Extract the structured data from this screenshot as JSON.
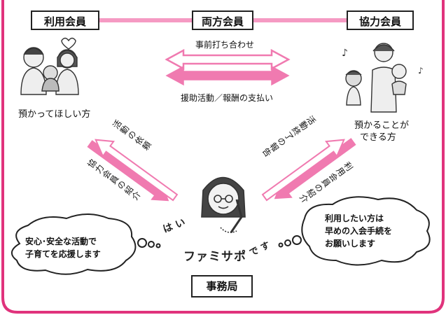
{
  "roles": {
    "user_member": "利用会員",
    "both_members": "両方会員",
    "helper_member": "協力会員",
    "office": "事務局"
  },
  "center_flow": {
    "top_label": "事前打ち合わせ",
    "bottom_label": "援助活動／報酬の支払い"
  },
  "captions": {
    "user_caption": "預かってほしい方",
    "helper_caption_line1": "預かることが",
    "helper_caption_line2": "できる方"
  },
  "arrows": {
    "user_request": "活動の依頼",
    "introduce_helper": "協力会員の紹介",
    "completion_report": "活動終了の報告",
    "introduce_user": "利用会員の紹介"
  },
  "bubbles": {
    "left_line1": "安心･安全な活動で",
    "left_line2": "子育てを応援します",
    "right_line1": "利用したい方は",
    "right_line2": "早めの入会手続を",
    "right_line3": "お願いします"
  },
  "slogan": {
    "hai": "は い",
    "famisapo": "ファミサポ",
    "desu": "で す"
  },
  "colors": {
    "frame": "#e0337c",
    "arrow_pink": "#f07ab0",
    "arrow_pink_light": "#f7b8d4",
    "line_pink": "#f59ac3"
  }
}
